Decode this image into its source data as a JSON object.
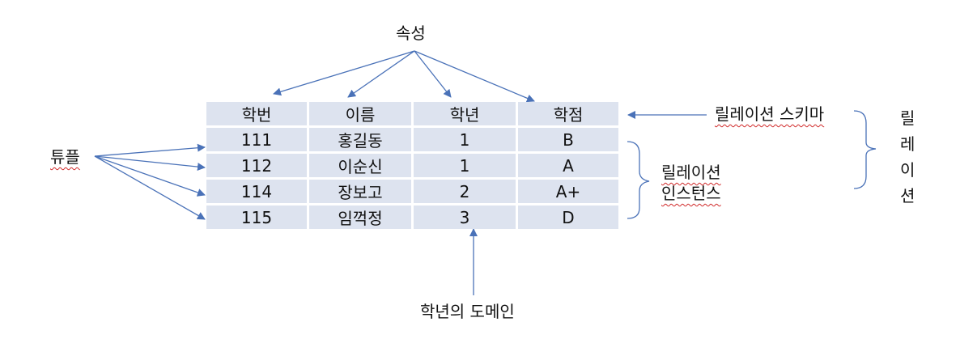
{
  "attribute_label": "속성",
  "tuple_label": "튜플",
  "schema_label": "릴레이션 스키마",
  "instance_label_line1": "릴레이션",
  "instance_label_line2": "인스턴스",
  "relation_vertical": [
    "릴",
    "레",
    "이",
    "션"
  ],
  "domain_label": "학년의 도메인",
  "table": {
    "headers": [
      "학번",
      "이름",
      "학년",
      "학점"
    ],
    "rows": [
      [
        "111",
        "홍길동",
        "1",
        "B"
      ],
      [
        "112",
        "이순신",
        "1",
        "A"
      ],
      [
        "114",
        "장보고",
        "2",
        "A+"
      ],
      [
        "115",
        "임꺽정",
        "3",
        "D"
      ]
    ]
  },
  "colors": {
    "arrow": "#4a72b8",
    "cell": "#dde3ef",
    "squiggle": "#d12a2a"
  }
}
